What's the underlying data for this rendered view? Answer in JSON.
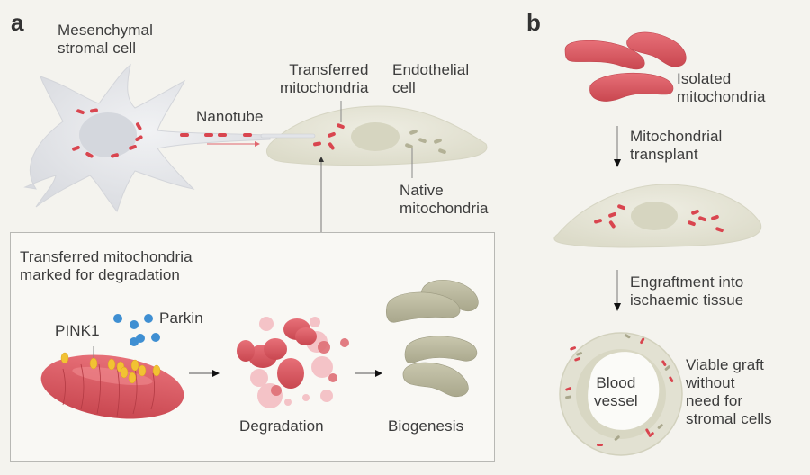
{
  "panels": {
    "a": {
      "letter": "a",
      "labels": {
        "stromal_cell": "Mesenchymal\nstromal cell",
        "nanotube": "Nanotube",
        "transferred": "Transferred\nmitochondria",
        "endothelial": "Endothelial\ncell",
        "native": "Native\nmitochondria"
      },
      "inset": {
        "title": "Transferred mitochondria\nmarked for degradation",
        "pink1": "PINK1",
        "parkin": "Parkin",
        "degradation": "Degradation",
        "biogenesis": "Biogenesis"
      }
    },
    "b": {
      "letter": "b",
      "labels": {
        "isolated": "Isolated\nmitochondria",
        "transplant": "Mitochondrial\ntransplant",
        "engraftment": "Engraftment into\nischaemic tissue",
        "blood_vessel": "Blood\nvessel",
        "viable": "Viable graft\nwithout\nneed for\nstromal cells"
      }
    }
  },
  "colors": {
    "background": "#f4f3ee",
    "mito_red": "#d9545c",
    "mito_native": "#b8b69c",
    "parkin_blue": "#3f8fd2",
    "pink1_yellow": "#f2c233",
    "cell_white": "#e8e9ec",
    "endo_cell": "#e6e5d8"
  }
}
